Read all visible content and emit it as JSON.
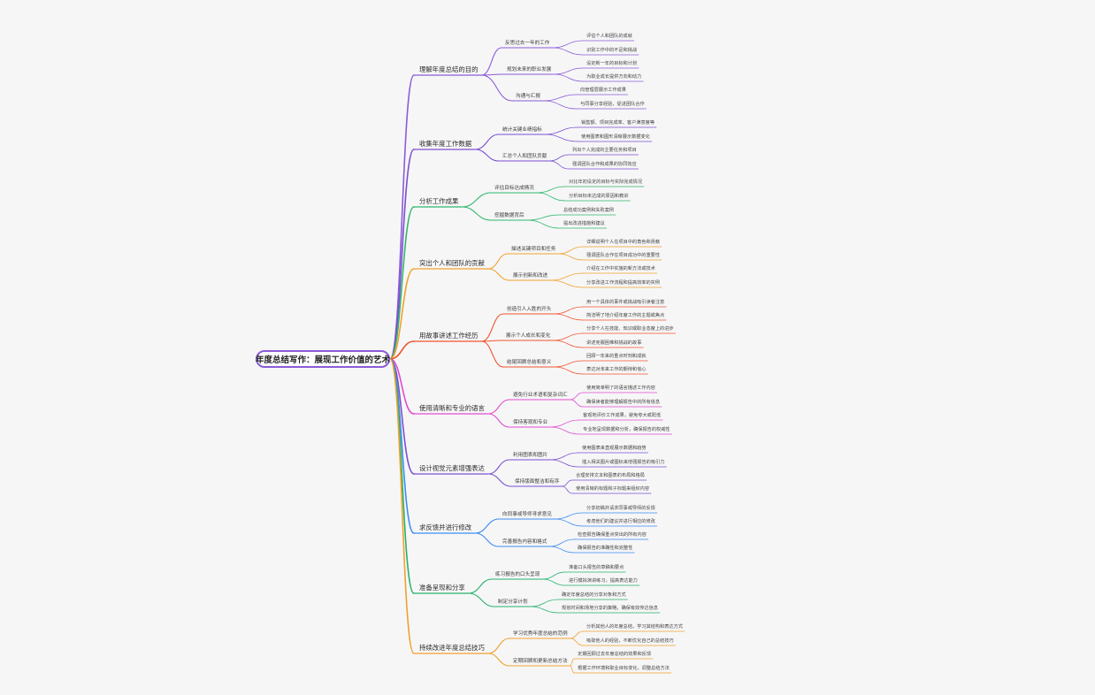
{
  "root": {
    "label": "年度总结写作：展现工作价值的艺术"
  },
  "colors": {
    "root_border": "#8b5cd6",
    "branches": [
      "#8b5cd6",
      "#7b4fd0",
      "#2fb86b",
      "#f2a12c",
      "#f2542d",
      "#e24bd1",
      "#7b4fd0",
      "#3d8cf0",
      "#26b36b",
      "#f2a12c"
    ]
  },
  "branches": [
    {
      "label": "理解年度总结的目的",
      "children": [
        {
          "label": "反思过去一年的工作",
          "children": [
            "评估个人和团队的成就",
            "识别工作中的不足和挑战"
          ]
        },
        {
          "label": "规划未来的职业发展",
          "children": [
            "设定新一年的目标和计划",
            "为职业成长提供方向和动力"
          ]
        },
        {
          "label": "沟通与汇报",
          "children": [
            "向管理层展示工作成果",
            "与同事分享经验，促进团队合作"
          ]
        }
      ]
    },
    {
      "label": "收集年度工作数据",
      "children": [
        {
          "label": "统计关键业绩指标",
          "children": [
            "销售额、项目完成率、客户满意度等",
            "使用图表和图形清晰展示数据变化"
          ]
        },
        {
          "label": "汇总个人和团队贡献",
          "children": [
            "列出个人完成的主要任务和项目",
            "强调团队合作和成果的协同效应"
          ]
        }
      ]
    },
    {
      "label": "分析工作成果",
      "children": [
        {
          "label": "评估目标达成情况",
          "children": [
            "对比年初设定的目标与实际完成情况",
            "分析目标未达成的原因和教训"
          ]
        },
        {
          "label": "挖掘数据背后",
          "children": [
            "总结成功案例和失败案例",
            "提出改进措施和建议"
          ]
        }
      ]
    },
    {
      "label": "突出个人和团队的贡献",
      "children": [
        {
          "label": "描述关键项目和任务",
          "children": [
            "详细说明个人在项目中的角色和贡献",
            "强调团队合作在项目成功中的重要性"
          ]
        },
        {
          "label": "展示创新和改进",
          "children": [
            "介绍在工作中实施的新方法或技术",
            "分享改进工作流程和提高效率的实例"
          ]
        }
      ]
    },
    {
      "label": "用故事讲述工作经历",
      "children": [
        {
          "label": "创造引人入胜的开头",
          "children": [
            "用一个具体的事件或挑战吸引读者注意",
            "简洁明了地介绍年度工作的主题或焦点"
          ]
        },
        {
          "label": "展示个人成长和变化",
          "children": [
            "分享个人在技能、知识或职业态度上的进步",
            "讲述克服困难和挑战的故事"
          ]
        },
        {
          "label": "结尾回顾总结和意义",
          "children": [
            "回顾一年来的重点时刻和成就",
            "表达对未来工作的期待和信心"
          ]
        }
      ]
    },
    {
      "label": "使用清晰和专业的语言",
      "children": [
        {
          "label": "避免行业术语和复杂词汇",
          "children": [
            "使用简单明了的语言描述工作内容",
            "确保读者能够理解报告中的所有信息"
          ]
        },
        {
          "label": "保持客观和专业",
          "children": [
            "客观地评价工作成果，避免夸大或贬低",
            "专业地呈现数据和分析，确保报告的权威性"
          ]
        }
      ]
    },
    {
      "label": "设计视觉元素增强表达",
      "children": [
        {
          "label": "利用图表和图片",
          "children": [
            "使用图表来直观展示数据和趋势",
            "插入相关图片或图标来增强报告的吸引力"
          ]
        },
        {
          "label": "保持版面整洁和有序",
          "children": [
            "合理安排文本和图表的布局和格局",
            "使用清晰的标题和子标题来组织内容"
          ]
        }
      ]
    },
    {
      "label": "求反馈并进行修改",
      "children": [
        {
          "label": "向同事或导师寻求意见",
          "children": [
            "分享初稿并请求同事或导师的反馈",
            "考虑他们的建议并进行相应的修改"
          ]
        },
        {
          "label": "完善报告内容和格式",
          "children": [
            "检查报告确保重点突出的所有内容",
            "确保报告的准确性和完整性"
          ]
        }
      ]
    },
    {
      "label": "准备呈现和分享",
      "children": [
        {
          "label": "练习报告的口头呈现",
          "children": [
            "准备口头报告的草稿和要点",
            "进行模拟演讲练习，提高表达能力"
          ]
        },
        {
          "label": "制定分享计划",
          "children": [
            "确定年度总结的分享对象和方式",
            "规划时间和场地分享的策略，确保有效传达信息"
          ]
        }
      ]
    },
    {
      "label": "持续改进年度总结技巧",
      "children": [
        {
          "label": "学习优秀年度总结的范例",
          "children": [
            "分析其他人的年度总结，学习其结构和表达方式",
            "吸取他人的经验，不断优化自己的总结技巧"
          ]
        },
        {
          "label": "定期回顾和更新总结方法",
          "children": [
            "定期回顾过去年度总结的效果和反馈",
            "根据工作环境和职业目标变化，调整总结方法"
          ]
        }
      ]
    }
  ]
}
